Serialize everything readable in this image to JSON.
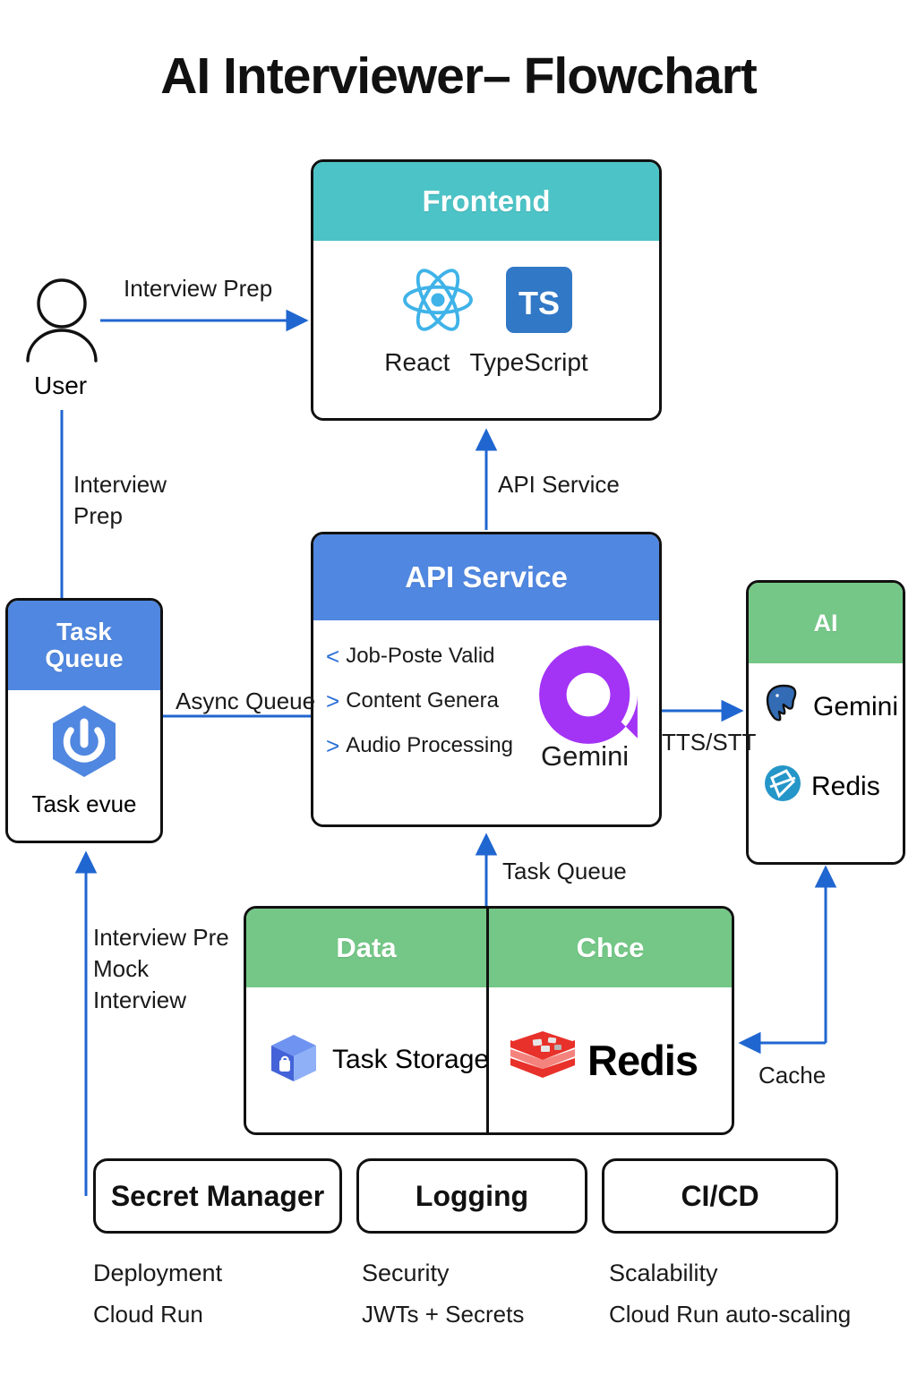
{
  "title": "AI Interviewer– Flowchart",
  "colors": {
    "teal": "#4cc3c6",
    "blue": "#5087e0",
    "green": "#74c786",
    "arrow_blue": "#1f66d0",
    "gemini_purple": "#a333f5",
    "redis_red": "#e8312a",
    "outline": "#111111"
  },
  "actors": {
    "user": {
      "label": "User",
      "icon": "user-person-icon"
    }
  },
  "nodes": {
    "frontend": {
      "header": "Frontend",
      "items": [
        {
          "label": "React",
          "icon": "react-atom-icon"
        },
        {
          "label": "TypeScript",
          "icon": "typescript-ts-icon"
        }
      ]
    },
    "api_service": {
      "header": "API Service",
      "items": [
        {
          "bullet": "<",
          "label": "Job-Poste Valid"
        },
        {
          "bullet": ">",
          "label": "Content Genera"
        },
        {
          "bullet": ">",
          "label": "Audio Processing"
        }
      ],
      "brand": {
        "label": "Gemini",
        "icon": "gemini-g-logo-icon"
      }
    },
    "task_queue": {
      "header_line1": "Task",
      "header_line2": "Queue",
      "item": {
        "label": "Task evue",
        "icon": "hexagon-power-icon"
      }
    },
    "ai": {
      "header": "AI",
      "items": [
        {
          "label": "Gemini",
          "icon": "postgres-elephant-icon"
        },
        {
          "label": "Redis",
          "icon": "redis-circle-icon"
        }
      ]
    },
    "data_cache": {
      "left": {
        "header": "Data",
        "item": {
          "label": "Task Storage",
          "icon": "cube-storage-icon"
        }
      },
      "right": {
        "header": "Chce",
        "item": {
          "label": "Redis",
          "icon": "redis-stack-logo-icon"
        }
      }
    }
  },
  "support_boxes": [
    {
      "label": "Secret Manager"
    },
    {
      "label": "Logging"
    },
    {
      "label": "CI/CD"
    }
  ],
  "captions": [
    {
      "line1": "Deployment",
      "line2": "Cloud Run"
    },
    {
      "line1": "Security",
      "line2": "JWTs + Secrets"
    },
    {
      "line1": "Scalability",
      "line2": "Cloud Run auto-scaling"
    }
  ],
  "edges": {
    "user_to_frontend": "Interview Prep",
    "user_to_taskqueue_line1": "Interview",
    "user_to_taskqueue_line2": "Prep",
    "taskqueue_to_api": "Async Queue",
    "api_to_frontend": "API Service",
    "data_to_api": "Task Queue",
    "api_to_ai": "TTS/STT",
    "ai_to_cache": "Cache",
    "secret_to_taskqueue_line1": "Interview Pre",
    "secret_to_taskqueue_line2": "Mock",
    "secret_to_taskqueue_line3": "Interview"
  }
}
